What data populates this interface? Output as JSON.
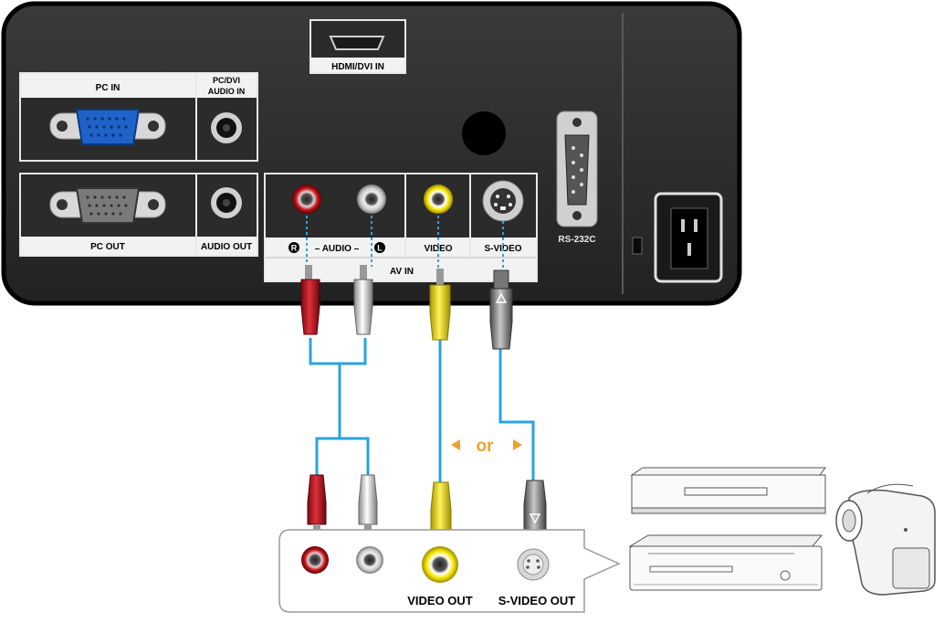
{
  "panel": {
    "hdmi_label": "HDMI/DVI IN",
    "pc_in_label": "PC IN",
    "pc_dvi_audio_line1": "PC/DVI",
    "pc_dvi_audio_line2": "AUDIO IN",
    "pc_out_label": "PC OUT",
    "audio_out_label": "AUDIO OUT",
    "audio_r_badge": "R",
    "audio_label": "– AUDIO –",
    "audio_l_badge": "L",
    "video_label": "VIDEO",
    "svideo_label": "S-VIDEO",
    "av_in_label": "AV IN",
    "rs232c_label": "RS-232C"
  },
  "diagram": {
    "or_label": "or",
    "video_out_label": "VIDEO OUT",
    "svideo_out_label": "S-VIDEO OUT"
  },
  "colors": {
    "panel": "#2b2b2b",
    "cable": "#29a3e0",
    "red_plug": "#c0141e",
    "yellow_plug": "#f4e500",
    "or_arrow": "#f0a030",
    "vga_in": "#1f63c8"
  }
}
